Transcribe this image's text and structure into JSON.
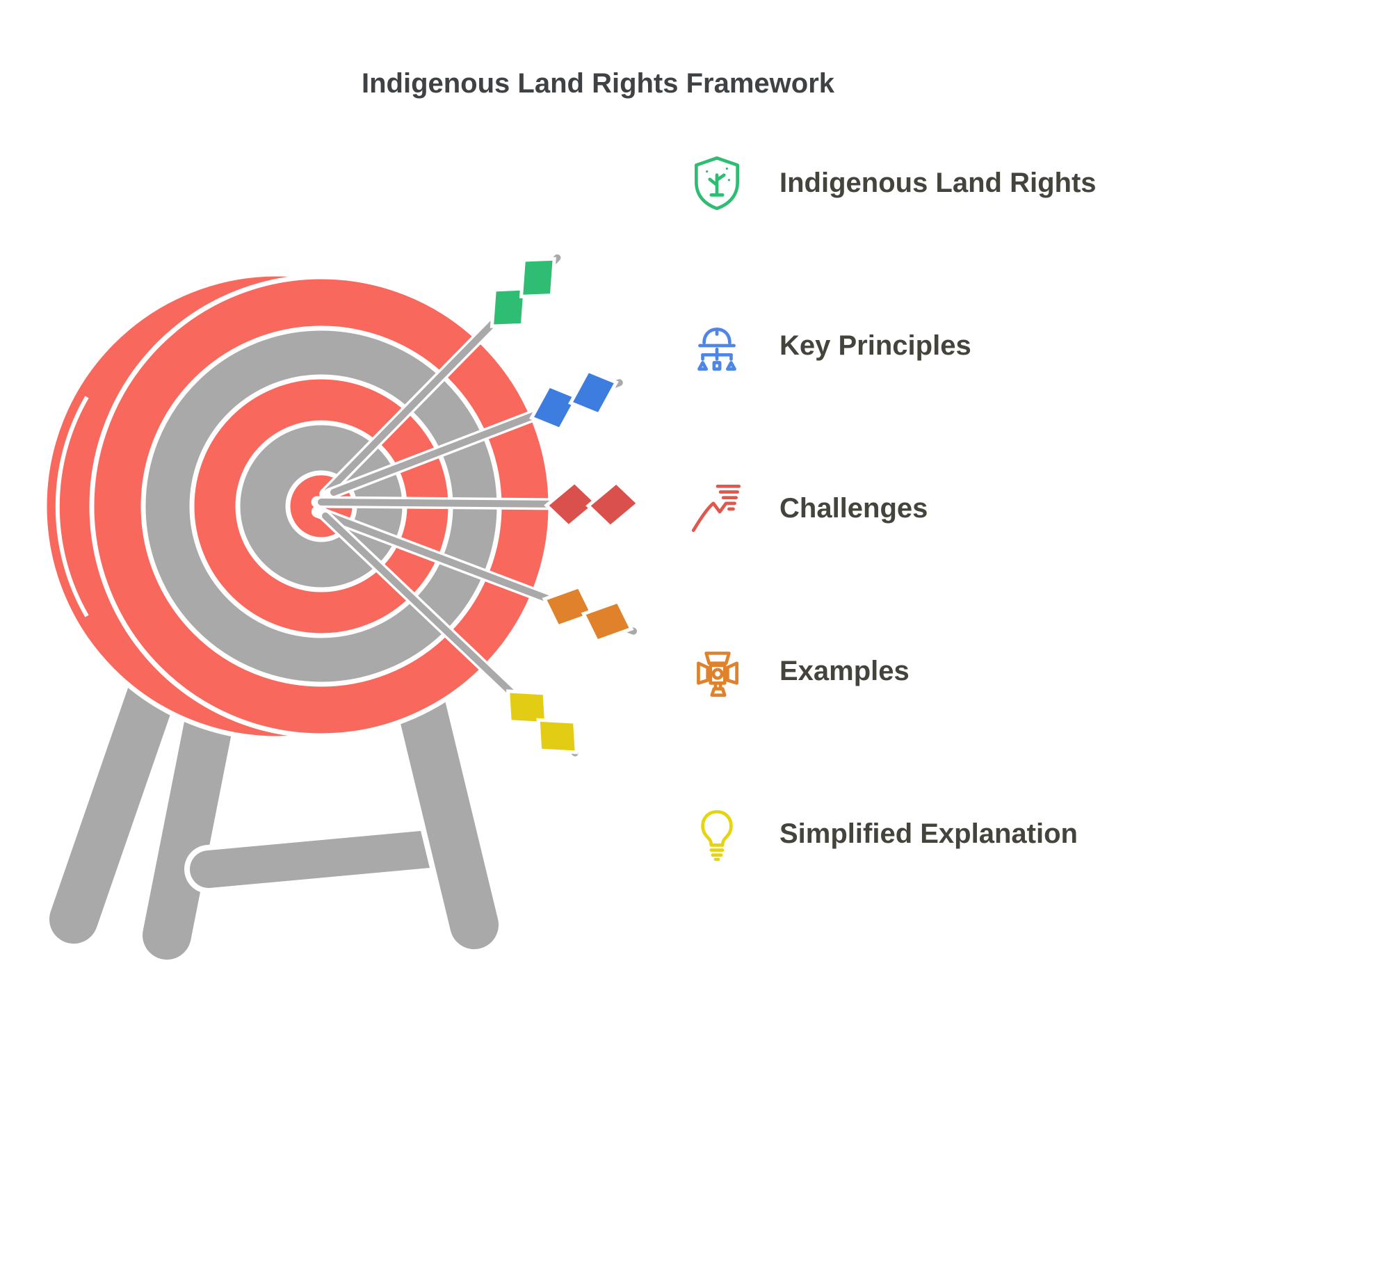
{
  "title": "Indigenous Land Rights Framework",
  "items": [
    {
      "label": "Indigenous Land Rights",
      "icon": "shield-plant-icon",
      "color": "#2EBD72"
    },
    {
      "label": "Key Principles",
      "icon": "hard-hat-hierarchy-icon",
      "color": "#4E86E8"
    },
    {
      "label": "Challenges",
      "icon": "mountain-wind-icon",
      "color": "#E2574C"
    },
    {
      "label": "Examples",
      "icon": "spotlight-icon",
      "color": "#E0822B"
    },
    {
      "label": "Simplified Explanation",
      "icon": "lightbulb-icon",
      "color": "#E5D40E"
    }
  ],
  "target": {
    "board_color": "#F9685C",
    "stand_color": "#A9A9A9",
    "arrows": [
      {
        "name": "green-arrow",
        "color": "#2EBD72"
      },
      {
        "name": "blue-arrow",
        "color": "#3E7DE0"
      },
      {
        "name": "red-arrow",
        "color": "#D9504C"
      },
      {
        "name": "orange-arrow",
        "color": "#E0822B"
      },
      {
        "name": "yellow-arrow",
        "color": "#E3CD14"
      }
    ]
  },
  "colors": {
    "title_text": "#3F4245",
    "label_text": "#45443C",
    "background": "#FFFFFF"
  }
}
